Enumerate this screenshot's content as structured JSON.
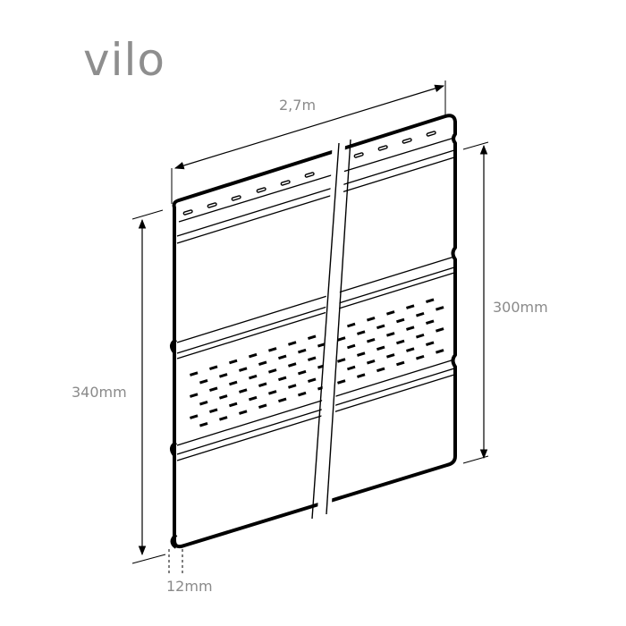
{
  "brand": {
    "logo_text": "vilo",
    "logo_color": "#8e8e8e"
  },
  "diagram": {
    "subject": "Soffit panel with central perforated (vented) section",
    "dimensions": {
      "length": "2,7m",
      "overall_height": "340mm",
      "effective_height": "300mm",
      "bottom_lip": "12mm"
    },
    "label_color": "#8a8a8a",
    "line_color": "#000000"
  }
}
